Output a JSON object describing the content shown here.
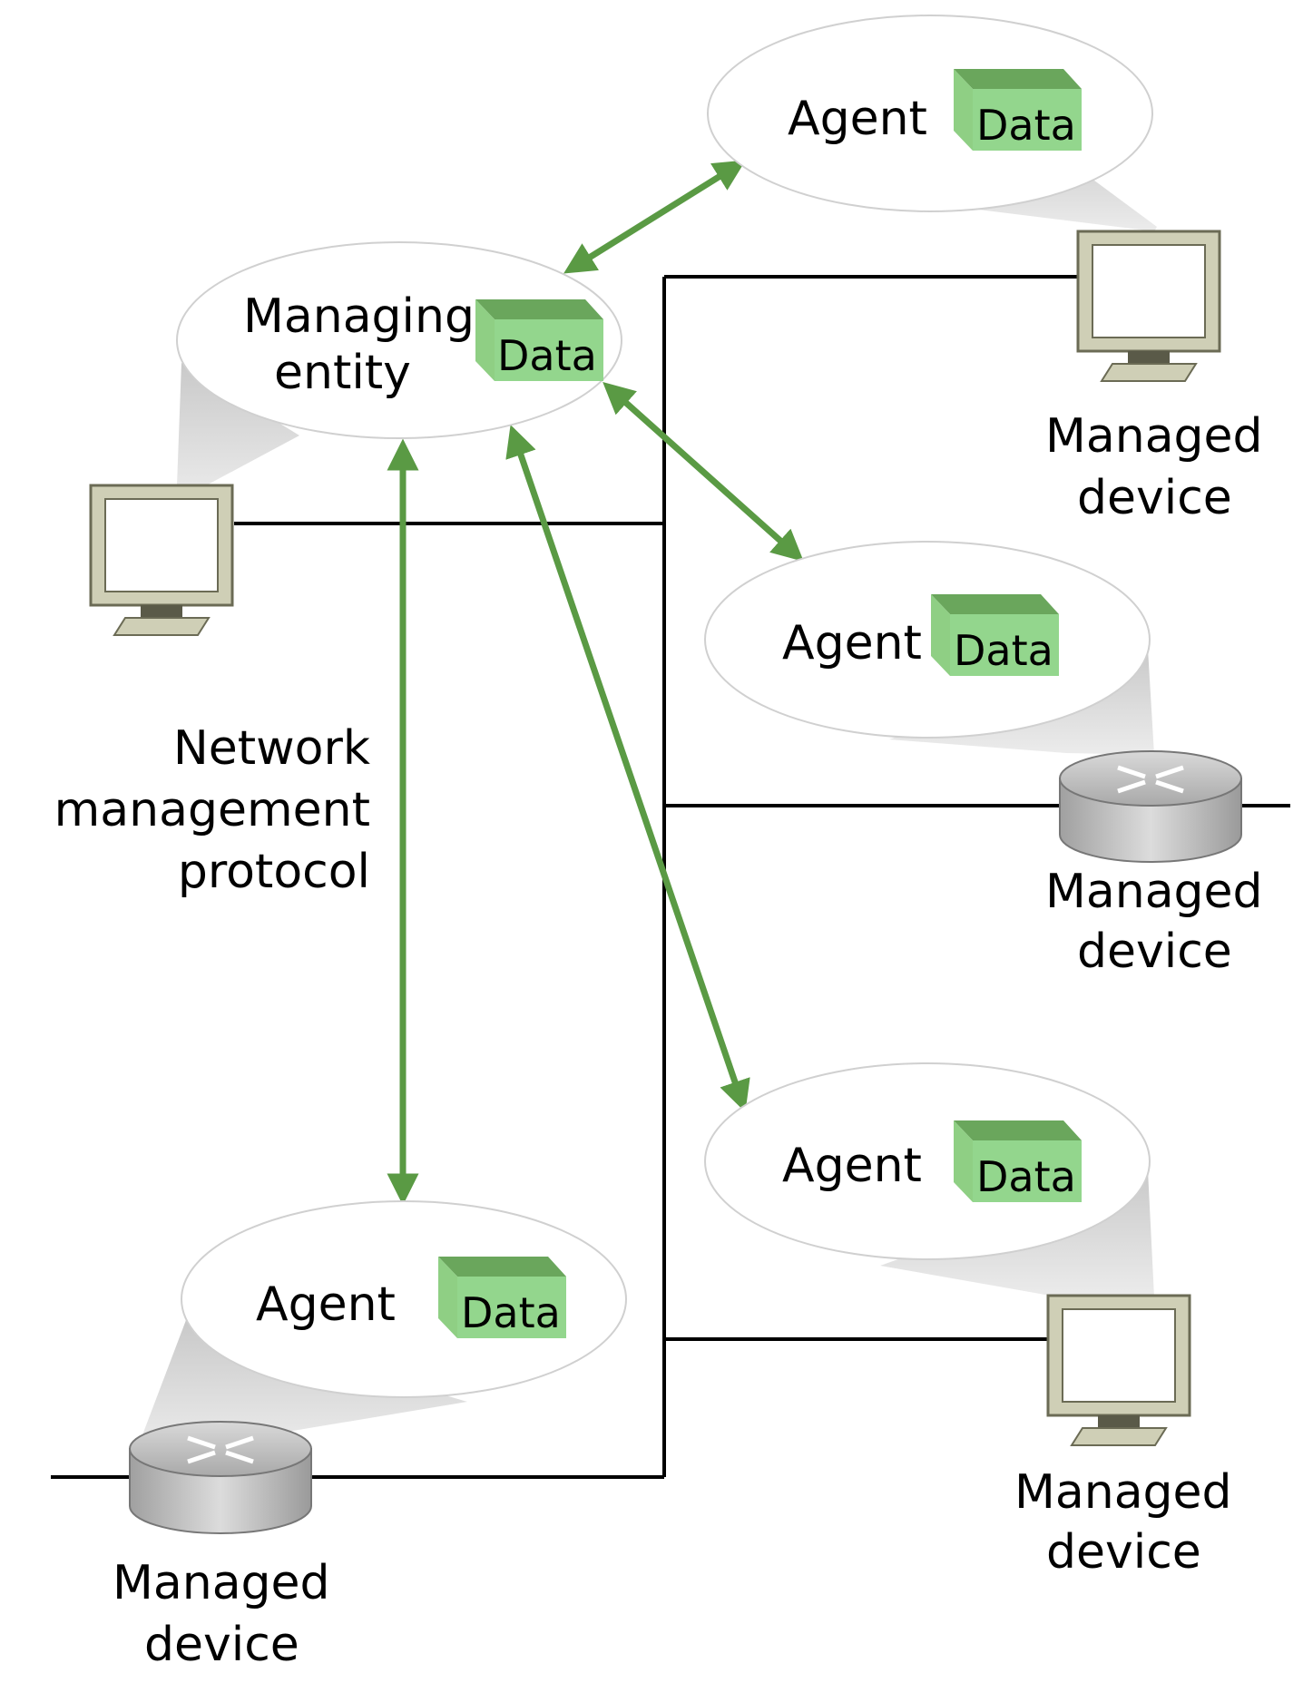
{
  "managing_entity": {
    "label_line1": "Managing",
    "label_line2": "entity",
    "data_label": "Data"
  },
  "agents": [
    {
      "label": "Agent",
      "data_label": "Data",
      "device_line1": "Managed",
      "device_line2": "device",
      "device_icon": "monitor-icon"
    },
    {
      "label": "Agent",
      "data_label": "Data",
      "device_line1": "Managed",
      "device_line2": "device",
      "device_icon": "router-icon"
    },
    {
      "label": "Agent",
      "data_label": "Data",
      "device_line1": "Managed",
      "device_line2": "device",
      "device_icon": "monitor-icon"
    },
    {
      "label": "Agent",
      "data_label": "Data",
      "device_line1": "Managed",
      "device_line2": "device",
      "device_icon": "router-icon"
    }
  ],
  "protocol": {
    "line1": "Network",
    "line2": "management",
    "line3": "protocol"
  },
  "colors": {
    "arrow": "#5a9a44",
    "data_front": "#93d68d",
    "data_top": "#6aa65c",
    "data_side": "#4e8a42",
    "monitor_frame": "#cfcfb6",
    "router_body": "#c8c8c8"
  }
}
